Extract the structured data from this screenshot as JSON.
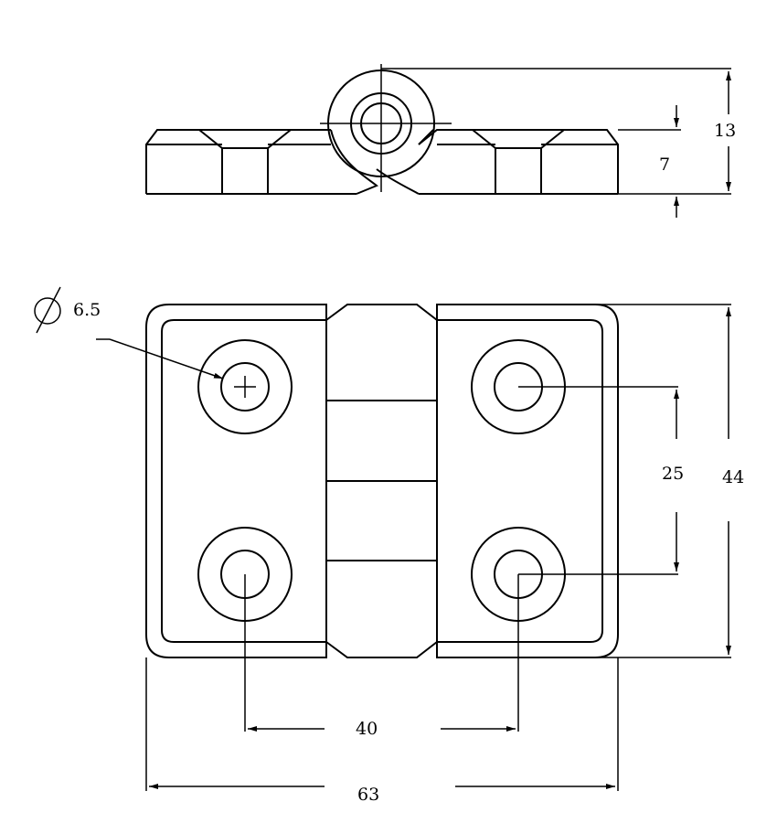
{
  "drawing": {
    "dimensions": {
      "overall_height": "13",
      "plate_thickness": "7",
      "hole_diameter_symbol": "∅",
      "hole_diameter": "6.5",
      "hole_spacing_vertical": "25",
      "plate_height": "44",
      "hole_spacing_horizontal": "40",
      "overall_width": "63"
    }
  }
}
